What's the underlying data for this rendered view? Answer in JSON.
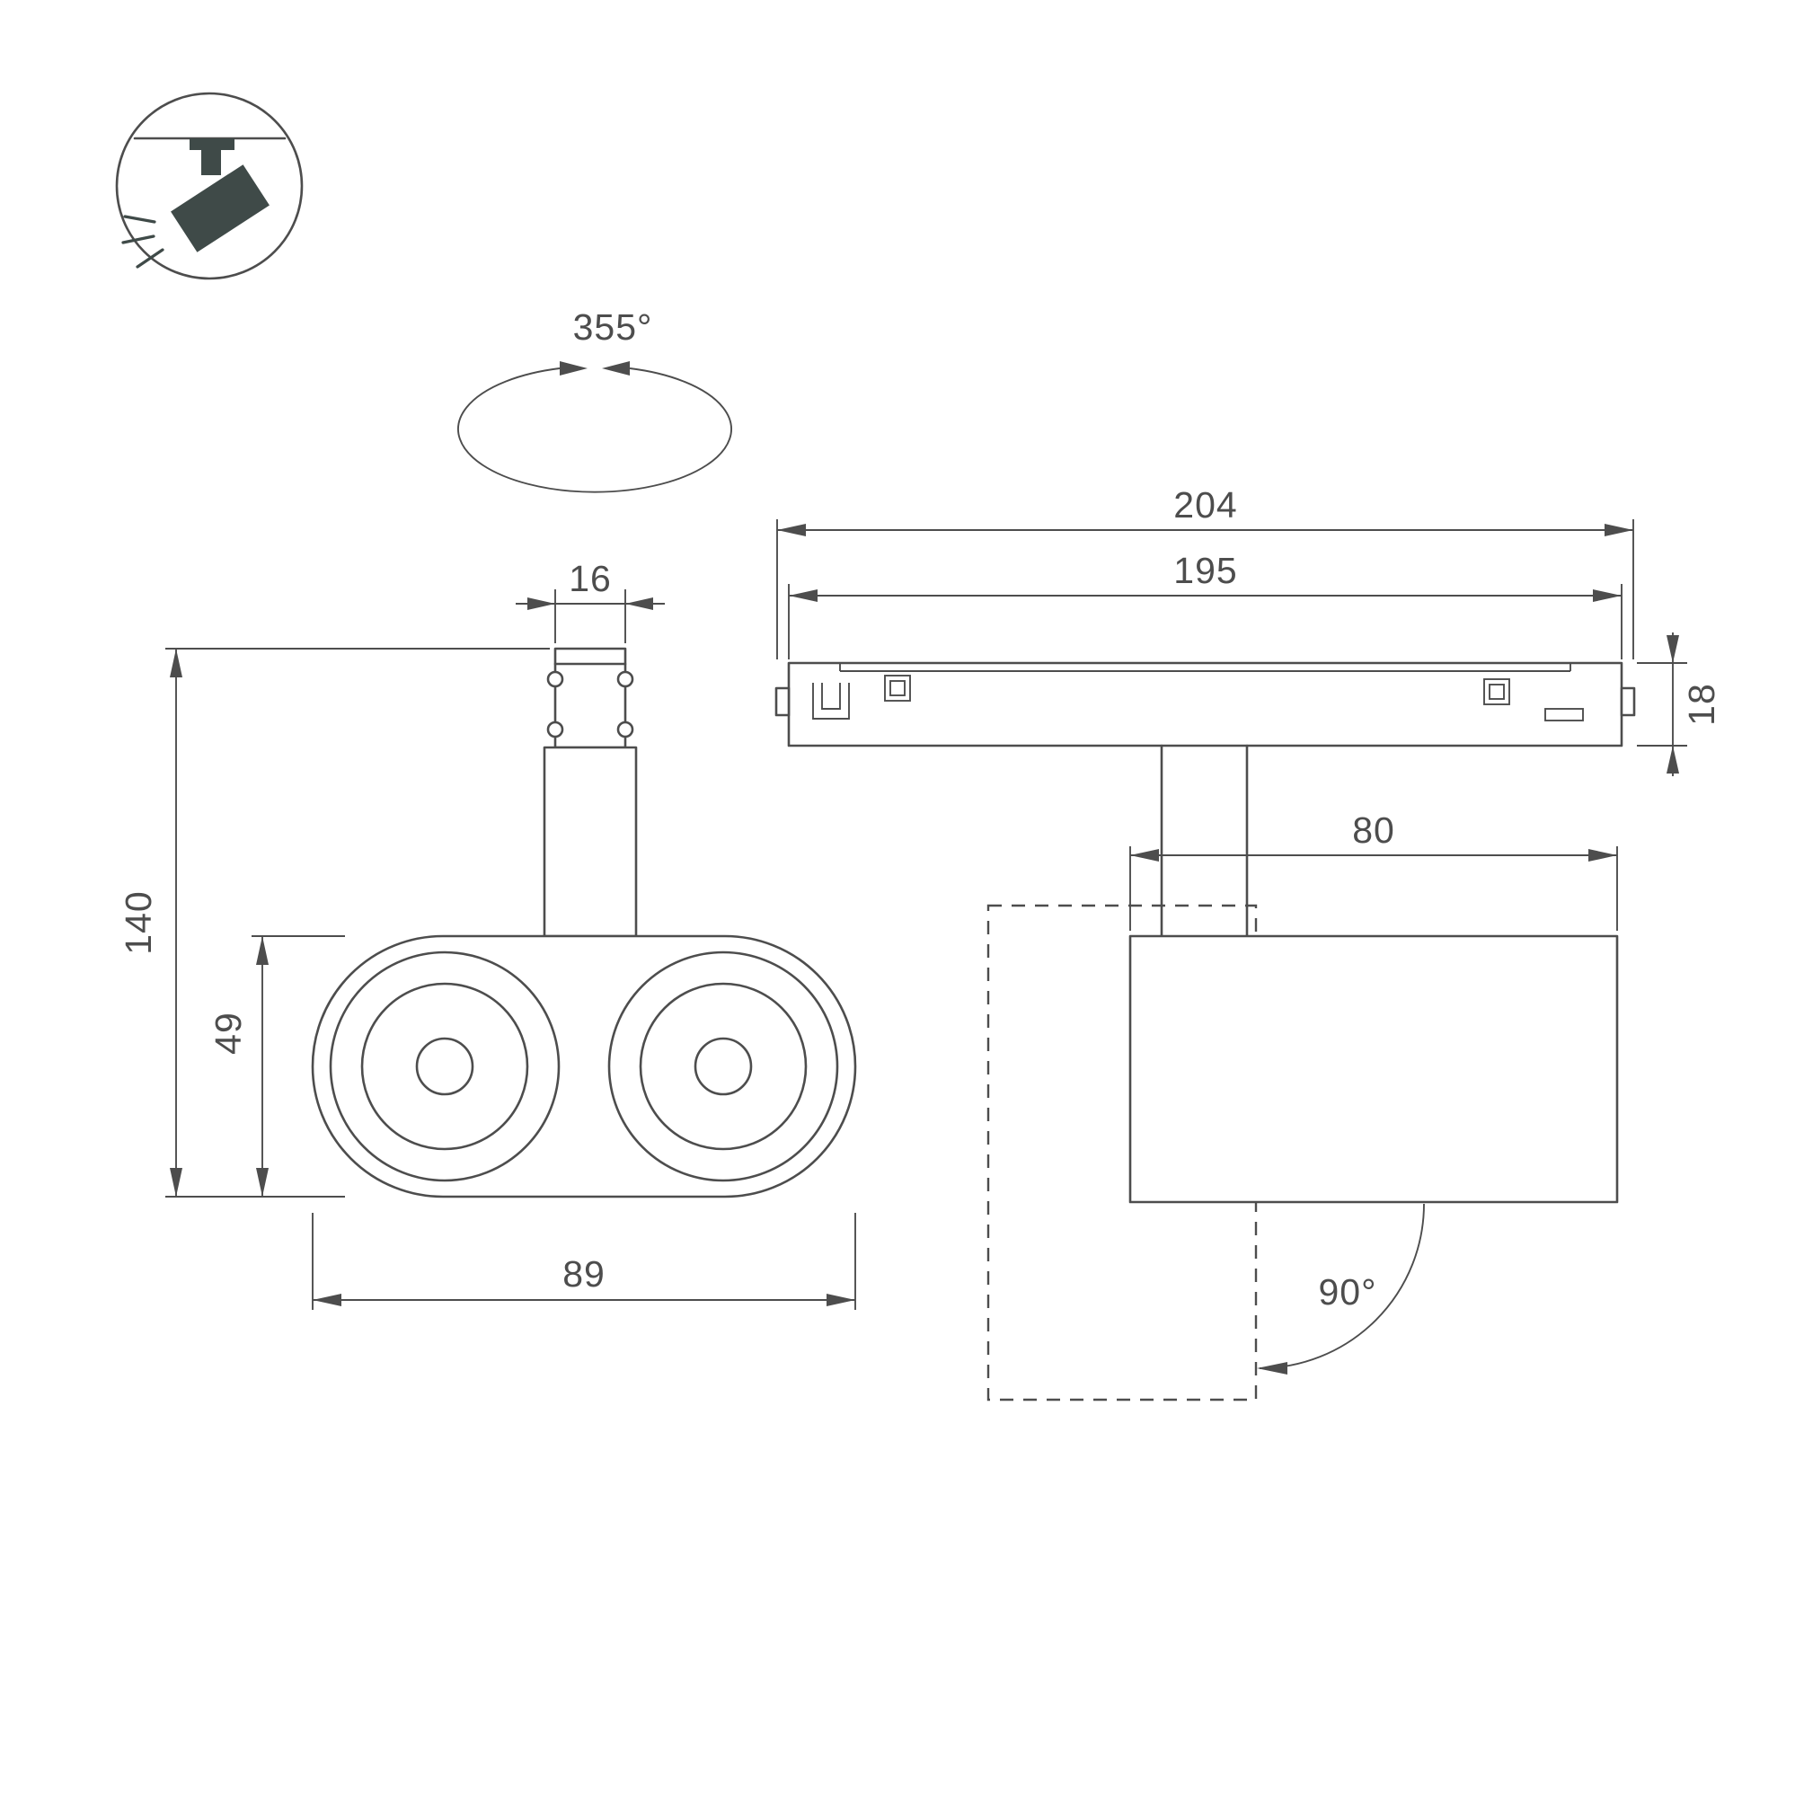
{
  "drawing": {
    "kind": "technical-dimension-drawing",
    "subject": "track-mounted twin spotlight luminaire",
    "colors": {
      "background": "#ffffff",
      "line": "#4d4d4d",
      "icon_fill": "#3f4a48"
    },
    "labels": {
      "pan_rotation": "355°",
      "tilt_rotation": "90°",
      "adapter_width": "16",
      "overall_height": "140",
      "body_height": "49",
      "body_width": "89",
      "body_depth": "80",
      "track_length_overall": "204",
      "track_length_inner": "195",
      "track_height": "18"
    }
  }
}
